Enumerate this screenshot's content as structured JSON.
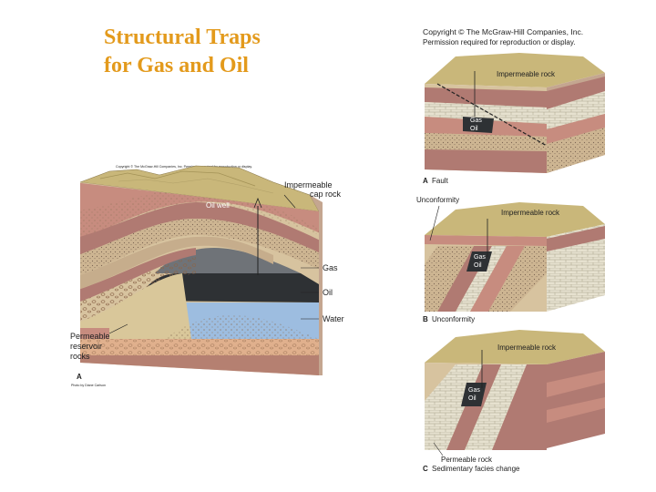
{
  "title": {
    "line1": "Structural Traps",
    "line2": "for Gas and Oil"
  },
  "left_figure": {
    "copyright": "Copyright © The McGraw-Hill Companies, Inc. Permission required for reproduction or display.",
    "labels": {
      "oil_well": "Oil well",
      "cap_rock_1": "Impermeable",
      "cap_rock_2": "cap rock",
      "gas": "Gas",
      "oil": "Oil",
      "water": "Water",
      "reservoir_1": "Permeable",
      "reservoir_2": "reservoir",
      "reservoir_3": "rocks",
      "panel": "A",
      "credit": "Photo by Diane Carlson"
    }
  },
  "right_figure": {
    "copyright_1": "Copyright © The McGraw-Hill Companies, Inc.",
    "copyright_2": "Permission required for reproduction or display.",
    "panel_a": {
      "cap": "Impermeable rock",
      "gas": "Gas",
      "oil": "Oil",
      "letter": "A",
      "caption": "Fault"
    },
    "panel_b": {
      "unconformity": "Unconformity",
      "cap": "Impermeable rock",
      "gas": "Gas",
      "oil": "Oil",
      "letter": "B",
      "caption": "Unconformity"
    },
    "panel_c": {
      "cap": "Impermeable rock",
      "gas": "Gas",
      "oil": "Oil",
      "permeable": "Permeable rock",
      "letter": "C",
      "caption": "Sedimentary facies change"
    }
  },
  "colors": {
    "title": "#e39a1c",
    "surface": "#c9b77a",
    "red_layer": "#b8827a",
    "sand_layer": "#d9c79a",
    "gas": "#6f7378",
    "oil": "#2e3134",
    "water": "#9dbde0"
  }
}
